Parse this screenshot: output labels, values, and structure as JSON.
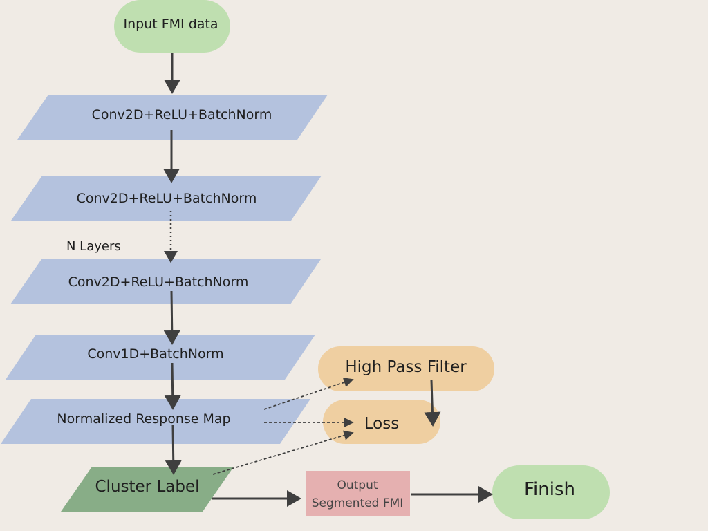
{
  "colors": {
    "background": "#f0ebe5",
    "start_end": "#bfdfb0",
    "layer": "#b4c2de",
    "branch": "#efcfa1",
    "cluster": "#88ad87",
    "output": "#e5b0b0",
    "arrow": "#3f3f3f"
  },
  "nodes": {
    "input": "Input FMI data",
    "conv1": "Conv2D+ReLU+BatchNorm",
    "conv2": "Conv2D+ReLU+BatchNorm",
    "n_layers": "N Layers",
    "conv3": "Conv2D+ReLU+BatchNorm",
    "conv1d": "Conv1D+BatchNorm",
    "response_map": "Normalized Response Map",
    "high_pass": "High Pass Filter",
    "loss": "Loss",
    "cluster_label": "Cluster Label",
    "output_line1": "Output",
    "output_line2": "Segmented FMI",
    "finish": "Finish"
  }
}
